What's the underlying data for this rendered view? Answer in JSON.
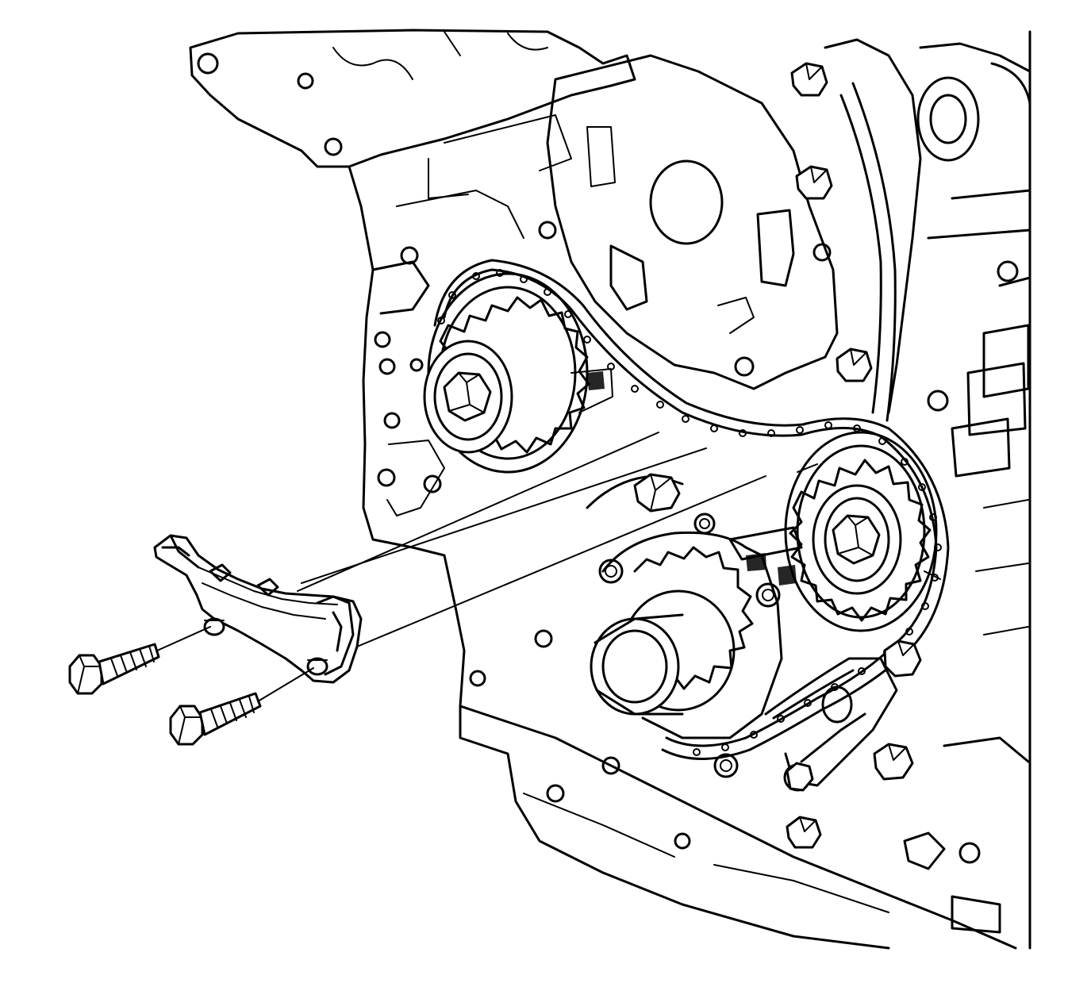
{
  "colors": {
    "line": "#000000",
    "background": "#ffffff"
  },
  "parts": [
    {
      "id": "engine-block",
      "icon": "engine-block-icon"
    },
    {
      "id": "left-camshaft-sprocket",
      "icon": "sprocket-icon"
    },
    {
      "id": "right-camshaft-sprocket",
      "icon": "sprocket-icon"
    },
    {
      "id": "crankshaft-sprocket",
      "icon": "sprocket-icon"
    },
    {
      "id": "timing-chain",
      "icon": "chain-icon"
    },
    {
      "id": "timing-chain-guide",
      "icon": "chain-guide-icon"
    },
    {
      "id": "chain-tensioner",
      "icon": "tensioner-icon"
    },
    {
      "id": "guide-bolt-upper",
      "icon": "bolt-icon"
    },
    {
      "id": "guide-bolt-lower",
      "icon": "bolt-icon"
    }
  ]
}
